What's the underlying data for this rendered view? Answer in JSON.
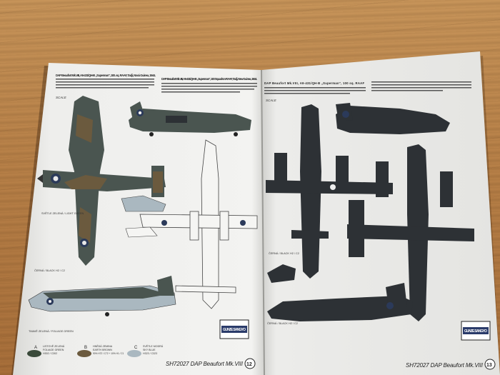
{
  "left_page": {
    "heading_1": "DAP Beaufort Mk.VIII, A9-431/QH-B „Superman\", 100. sq. RAAF, Tadji, Nová Guinea, 1944.",
    "heading_2": "DAP Beaufort Mk.VIII, A9-431/QH-B „Superman\", 100 Squadron RAAF, Tadji, New Guinea, 1944.",
    "scale_label": "SCALE",
    "paint_labels": [
      "SVĚTLE ZELENÁ / LIGHT GREEN",
      "ČERNÁ / BLACK H2 / C2",
      "TMAVĚ ZELENÁ / FOLIAGE GREEN"
    ],
    "legend": [
      {
        "letter": "A",
        "cz": "LISTOVĚ ZELENÁ",
        "en": "FOLIAGE GREEN",
        "code": "H302 / C302",
        "color": "#3a4a3a"
      },
      {
        "letter": "B",
        "cz": "HNĚDÁ ZEMINA",
        "en": "EARTH BROWN",
        "code": "90% H72 / C72 + 10% H1 / C1",
        "color": "#6b5a3e"
      },
      {
        "letter": "C",
        "cz": "SVĚTLE MODRÁ",
        "en": "SKY BLUE",
        "code": "H323 / C323",
        "color": "#aab8c0"
      }
    ],
    "footer": "SH72027 DAP Beaufort Mk.VIII",
    "page_number": "12",
    "brand": "GUNZE SANGYO"
  },
  "right_page": {
    "heading": "DAP Beaufort Mk.VIII, A9-431/QH-B „Superman\", 100 sq. RAAF",
    "scale_label": "SCALE",
    "paint_labels": [
      "ČERNÁ / BLACK H2 / C2",
      "ČERNÁ / BLACK H2 / C2"
    ],
    "footer": "SH72027 DAP Beaufort Mk.VIII",
    "page_number": "13",
    "brand": "GUNZE SANGYO"
  },
  "colors": {
    "table": "#b98249",
    "paper": "#f1f1ef",
    "aircraft_dark": "#2d3135",
    "aircraft_green": "#4a5550"
  }
}
